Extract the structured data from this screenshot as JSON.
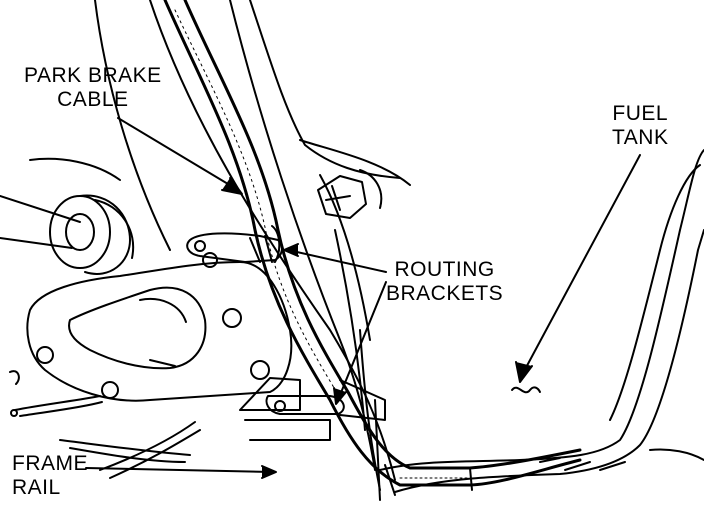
{
  "labels": {
    "park_brake_cable": [
      "PARK BRAKE",
      "CABLE"
    ],
    "fuel_tank": [
      "FUEL",
      "TANK"
    ],
    "routing_brackets": [
      "ROUTING",
      "BRACKETS"
    ],
    "frame_rail": [
      "FRAME",
      "RAIL"
    ]
  },
  "colors": {
    "ink": "#000000",
    "paper": "#ffffff"
  }
}
